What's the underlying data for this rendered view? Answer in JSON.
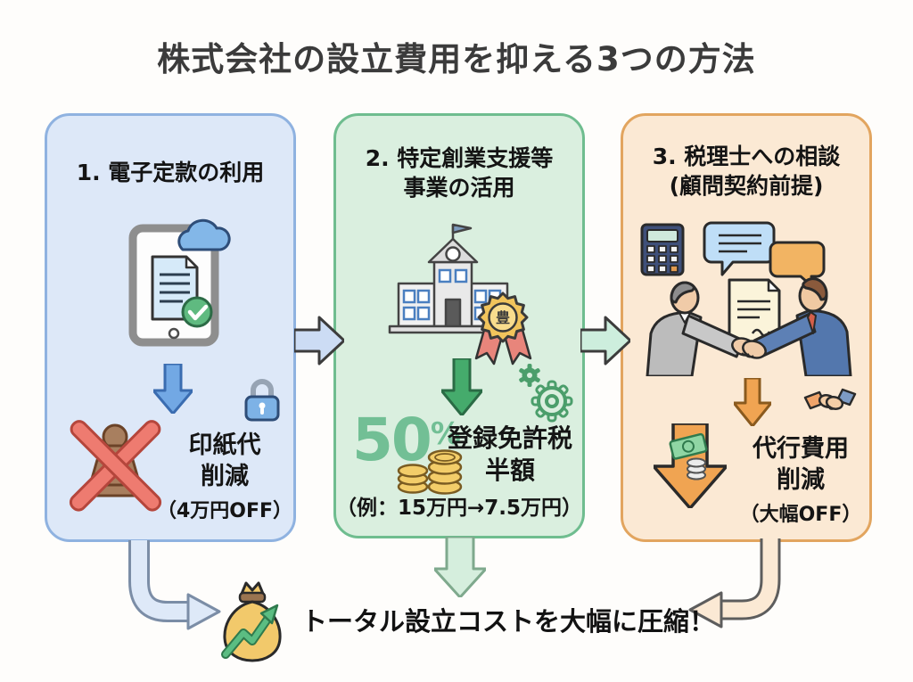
{
  "title": "株式会社の設立費用を抑える3つの方法",
  "panels": [
    {
      "heading": "1. 電子定款の利用",
      "icons": [
        "tablet-document-cloud-icon",
        "down-arrow-icon",
        "lock-icon",
        "stamp-crossed-icon"
      ],
      "result": "印紙代\n削減",
      "result_note": "（4万円OFF）"
    },
    {
      "heading": "2. 特定創業支援等\n事業の活用",
      "icons": [
        "government-building-icon",
        "award-badge-icon",
        "down-arrow-icon",
        "gears-icon",
        "coins-icon"
      ],
      "badge_kanji": "豊",
      "percent_value": "50",
      "percent_sign": "%",
      "result": "登録免許税\n半額",
      "example": "（例：15万円→7.5万円）"
    },
    {
      "heading": "3. 税理士への相談\n(顧問契約前提)",
      "icons": [
        "calculator-icon",
        "speech-bubbles-icon",
        "contract-icon",
        "handshake-people-icon",
        "down-arrow-icon",
        "handshake-icon",
        "big-down-arrow-money-icon"
      ],
      "result": "代行費用\n削減",
      "result_note": "（大幅OFF）"
    }
  ],
  "footer": {
    "message": "トータル設立コストを大幅に圧縮！",
    "icon": "money-bag-growth-icon"
  },
  "colors": {
    "panel1_fill": "#dde8f8",
    "panel1_border": "#8fb2e0",
    "panel2_fill": "#daefdf",
    "panel2_border": "#6fbd8f",
    "panel3_fill": "#fbe9d4",
    "panel3_border": "#e2a55f",
    "accent_blue": "#72a8e4",
    "accent_green": "#45ab6c",
    "accent_orange": "#f0a452",
    "percent_green": "#72bf95",
    "title_color": "#3b3b3b"
  }
}
